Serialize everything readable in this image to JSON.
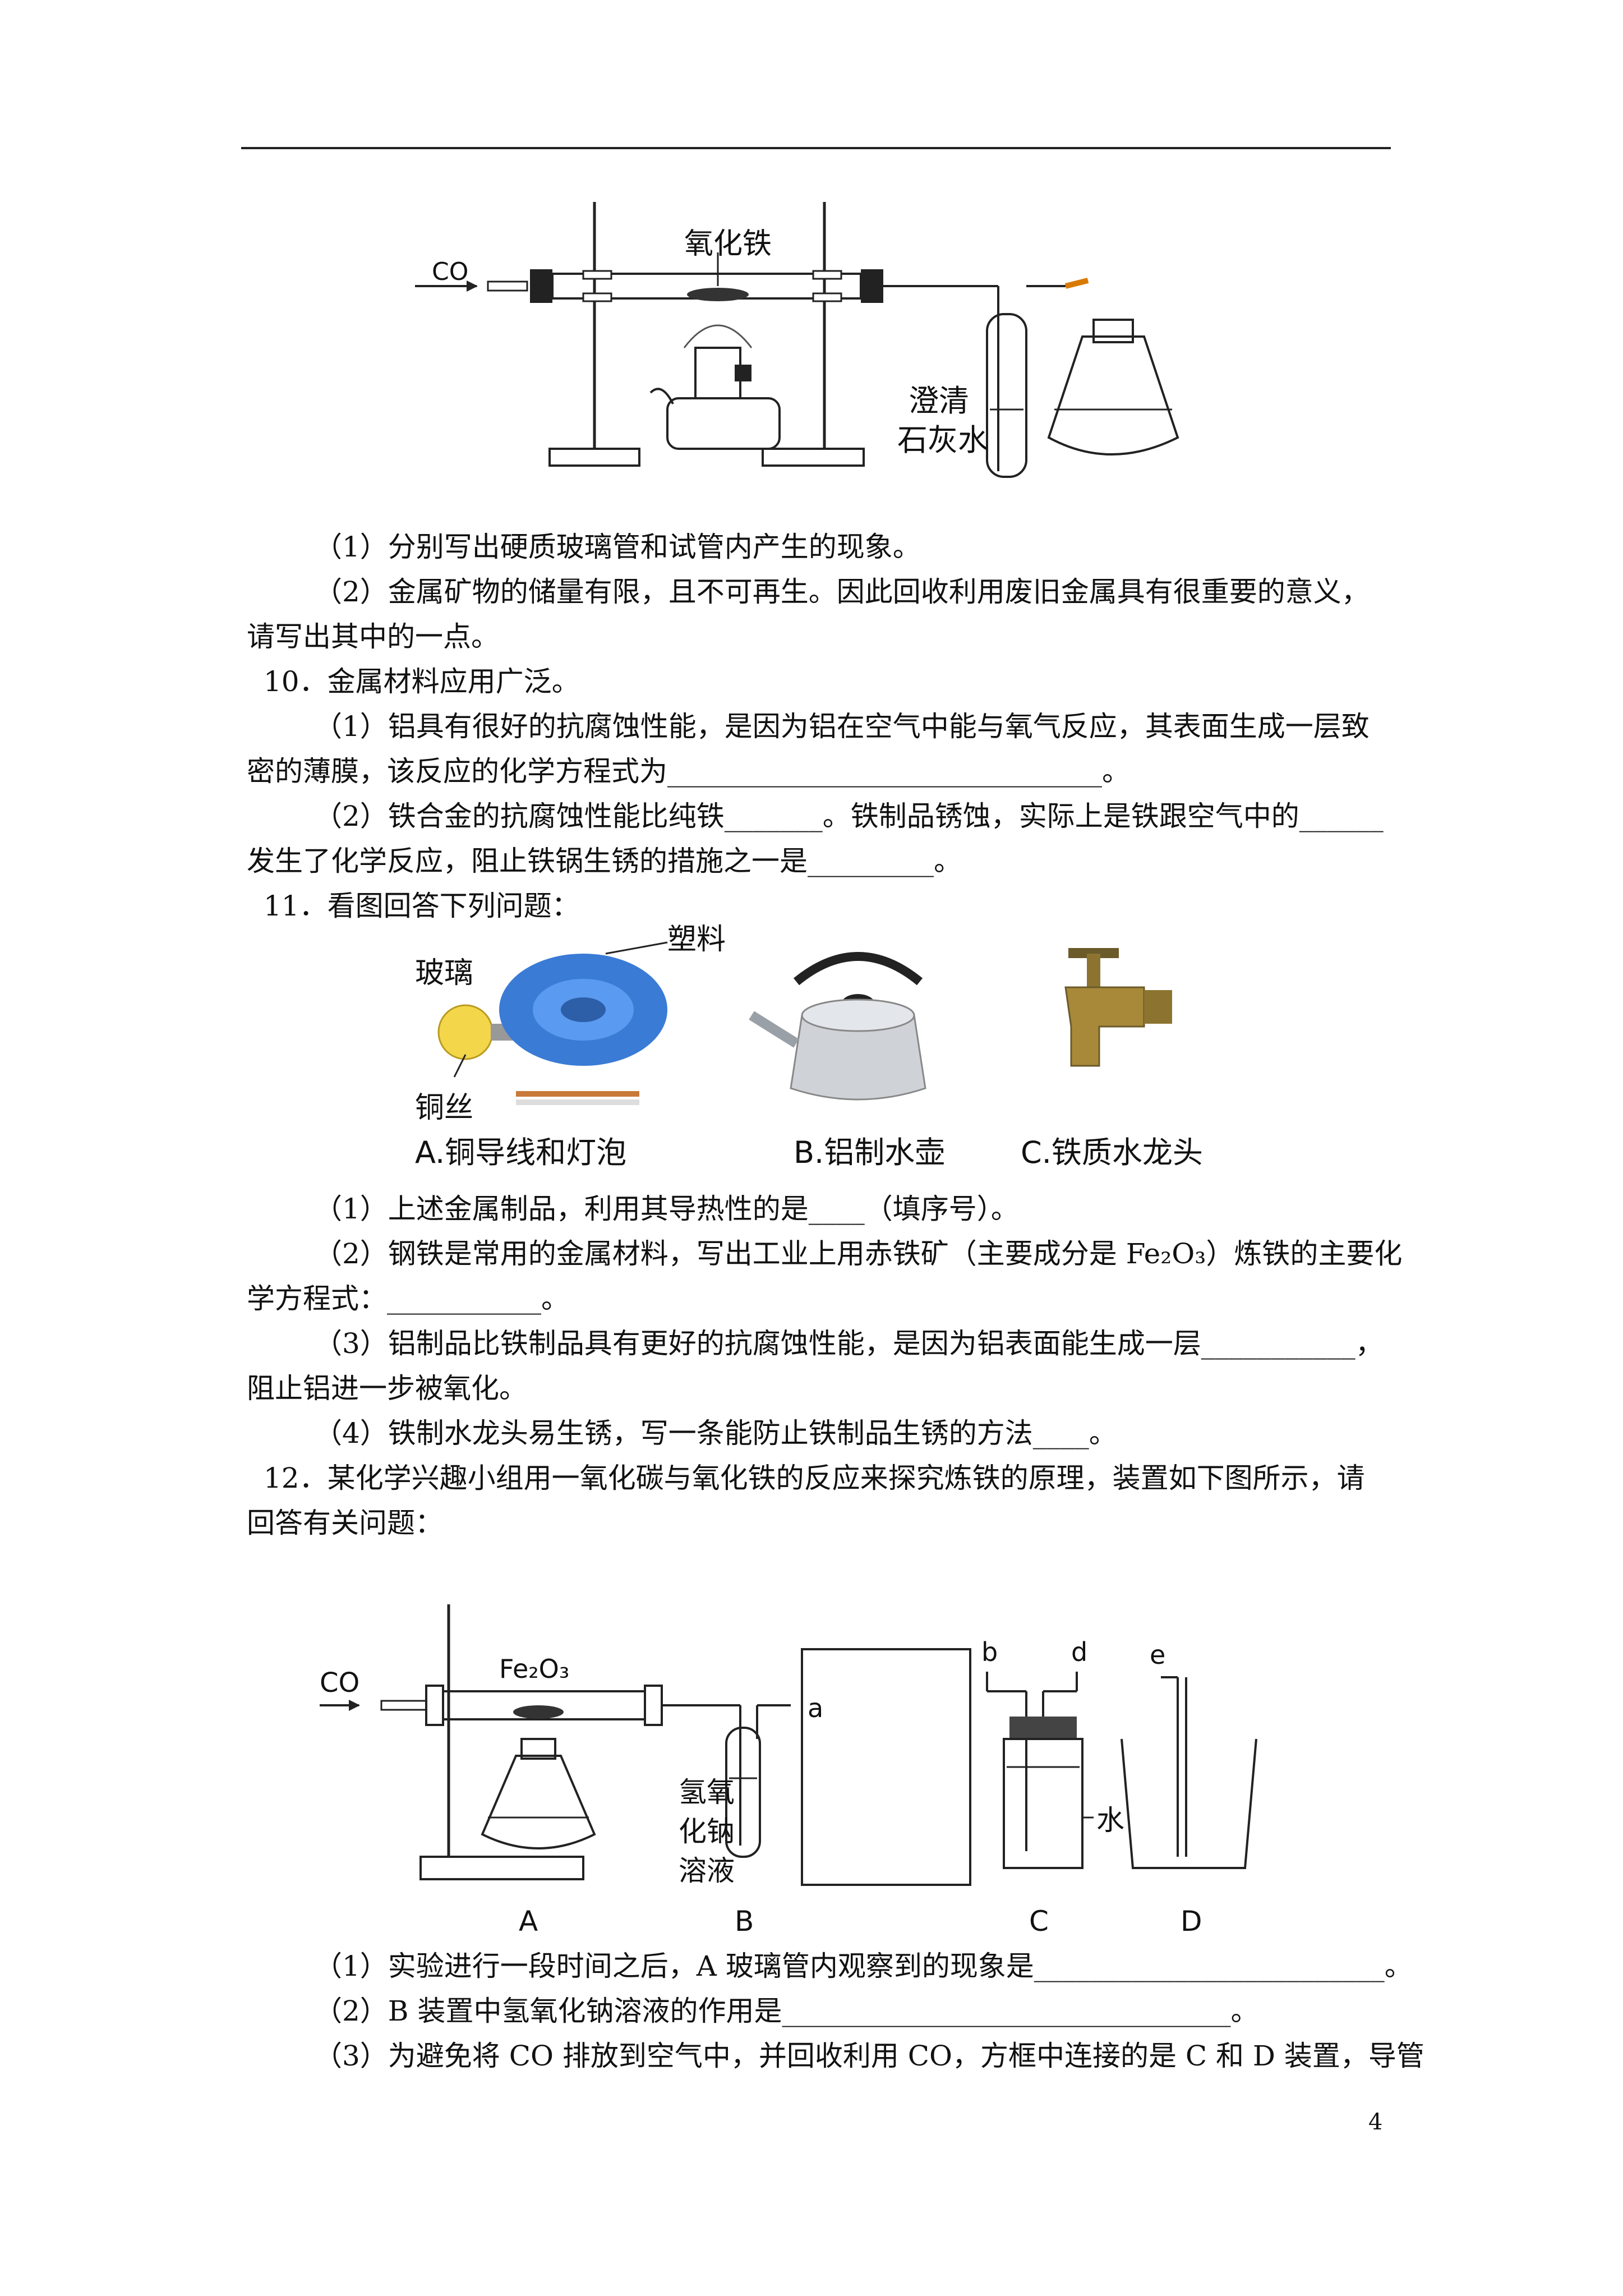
{
  "figure1": {
    "co_label": "CO",
    "fe2o3_label": "氧化铁",
    "limewater_label_1": "澄清",
    "limewater_label_2": "石灰水"
  },
  "q9": {
    "p1": "（1）分别写出硬质玻璃管和试管内产生的现象。",
    "p2_a": "（2）金属矿物的储量有限，且不可再生。因此回收利用废旧金属具有很重要的意义，",
    "p2_b": "请写出其中的一点。"
  },
  "q10": {
    "title": "10．金属材料应用广泛。",
    "p1_a": "（1）铝具有很好的抗腐蚀性能，是因为铝在空气中能与氧气反应，其表面生成一层致",
    "p1_b": "密的薄膜，该反应的化学方程式为_______________________________。",
    "p2_a": "（2）铁合金的抗腐蚀性能比纯铁_______。铁制品锈蚀，实际上是铁跟空气中的______",
    "p2_b": "发生了化学反应，阻止铁锅生锈的措施之一是_________。"
  },
  "q11": {
    "title": "11．看图回答下列问题：",
    "fig": {
      "glass": "玻璃",
      "plastic": "塑料",
      "copper_wire": "铜丝",
      "cap_a": "A.铜导线和灯泡",
      "cap_b": "B.铝制水壶",
      "cap_c": "C.铁质水龙头"
    },
    "p1": "（1）上述金属制品，利用其导热性的是____（填序号）。",
    "p2_a": "（2）钢铁是常用的金属材料，写出工业上用赤铁矿（主要成分是 Fe₂O₃）炼铁的主要化",
    "p2_b": "学方程式：___________。",
    "p3_a": "（3）铝制品比铁制品具有更好的抗腐蚀性能，是因为铝表面能生成一层___________，",
    "p3_b": "阻止铝进一步被氧化。",
    "p4": "（4）铁制水龙头易生锈，写一条能防止铁制品生锈的方法____。"
  },
  "q12": {
    "title_a": "12．某化学兴趣小组用一氧化碳与氧化铁的反应来探究炼铁的原理，装置如下图所示，请",
    "title_b": "回答有关问题：",
    "fig": {
      "co": "CO",
      "fe2o3": "Fe₂O₃",
      "naoh_1": "氢氧",
      "naoh_2": "化钠",
      "naoh_3": "溶液",
      "a_port": "a",
      "b_port": "b",
      "d_port": "d",
      "e_port": "e",
      "water": "水",
      "cap_a": "A",
      "cap_b": "B",
      "cap_c": "C",
      "cap_d": "D"
    },
    "p1": "（1）实验进行一段时间之后，A 玻璃管内观察到的现象是_________________________。",
    "p2": "（2）B 装置中氢氧化钠溶液的作用是________________________________。",
    "p3": "（3）为避免将 CO 排放到空气中，并回收利用 CO，方框中连接的是 C 和 D 装置，导管"
  },
  "page_number": "4"
}
